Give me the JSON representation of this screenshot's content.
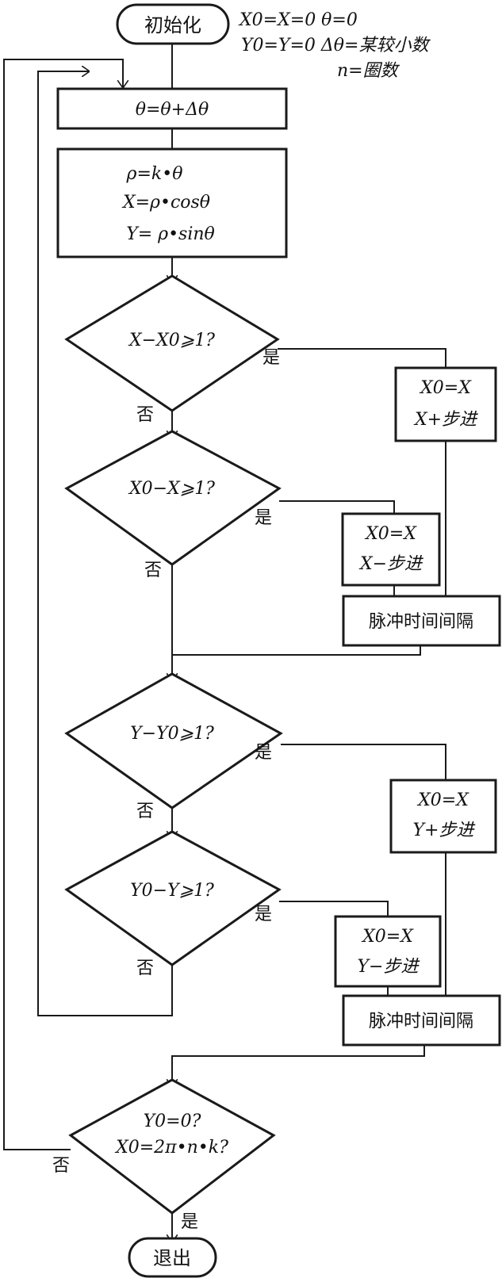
{
  "start": {
    "label": "初始化"
  },
  "init_notes": {
    "line1": "X0=X=0  θ=0",
    "line2": "Y0=Y=0  Δθ=某较小数",
    "line3": "n=圈数"
  },
  "step_theta": {
    "label": "θ=θ+Δθ"
  },
  "compute": {
    "line1": "ρ=k•θ",
    "line2": "X=ρ•cosθ",
    "line3": "Y= ρ•sinθ"
  },
  "dec1": {
    "label": "X−X0⩾1?",
    "yes": "是",
    "no": "否"
  },
  "dec2": {
    "label": "X0−X⩾1?",
    "yes": "是",
    "no": "否"
  },
  "box_xplus": {
    "line1": "X0=X",
    "line2": "X+步进"
  },
  "box_xminus": {
    "line1": "X0=X",
    "line2": "X−步进"
  },
  "pulse1": {
    "label": "脉冲时间间隔"
  },
  "dec3": {
    "label": "Y−Y0⩾1?",
    "yes": "是",
    "no": "否"
  },
  "dec4": {
    "label": "Y0−Y⩾1?",
    "yes": "是",
    "no": "否"
  },
  "box_yplus": {
    "line1": "X0=X",
    "line2": "Y+步进"
  },
  "box_yminus": {
    "line1": "X0=X",
    "line2": "Y−步进"
  },
  "pulse2": {
    "label": "脉冲时间间隔"
  },
  "dec5": {
    "line1": "Y0=0?",
    "line2": "X0=2π•n•k?",
    "yes": "是",
    "no": "否"
  },
  "end": {
    "label": "退出"
  }
}
